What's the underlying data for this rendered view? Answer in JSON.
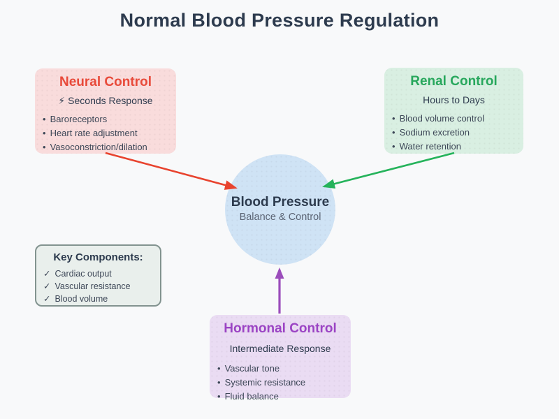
{
  "page": {
    "title": "Normal Blood Pressure Regulation",
    "background_color": "#f8f9fa",
    "title_color": "#2d3b4e"
  },
  "center": {
    "title": "Blood Pressure",
    "subtitle": "Balance & Control",
    "bg_color": "#cfe3f5"
  },
  "boxes": {
    "neural": {
      "title": "Neural Control",
      "icon": "⚡",
      "subtitle": "Seconds Response",
      "items": [
        "Baroreceptors",
        "Heart rate adjustment",
        "Vasoconstriction/dilation"
      ],
      "title_color": "#e84a3a",
      "bg_color": "#f9dcdc"
    },
    "renal": {
      "title": "Renal Control",
      "subtitle": "Hours to Days",
      "items": [
        "Blood volume control",
        "Sodium excretion",
        "Water retention"
      ],
      "title_color": "#27a75c",
      "bg_color": "#d9efe2"
    },
    "hormonal": {
      "title": "Hormonal Control",
      "subtitle": "Intermediate Response",
      "items": [
        "Vascular tone",
        "Systemic resistance",
        "Fluid balance"
      ],
      "title_color": "#9b44c4",
      "bg_color": "#eadcf3"
    }
  },
  "key_components": {
    "title": "Key Components:",
    "items": [
      "Cardiac output",
      "Vascular resistance",
      "Blood volume"
    ],
    "border_color": "#82938f",
    "bg_color": "#e9efec"
  },
  "chars": {
    "bullet": "•",
    "check": "✓"
  },
  "arrows": {
    "neural": {
      "color": "#e8432e"
    },
    "renal": {
      "color": "#25b35b"
    },
    "hormonal": {
      "color": "#9b4dbb"
    }
  }
}
